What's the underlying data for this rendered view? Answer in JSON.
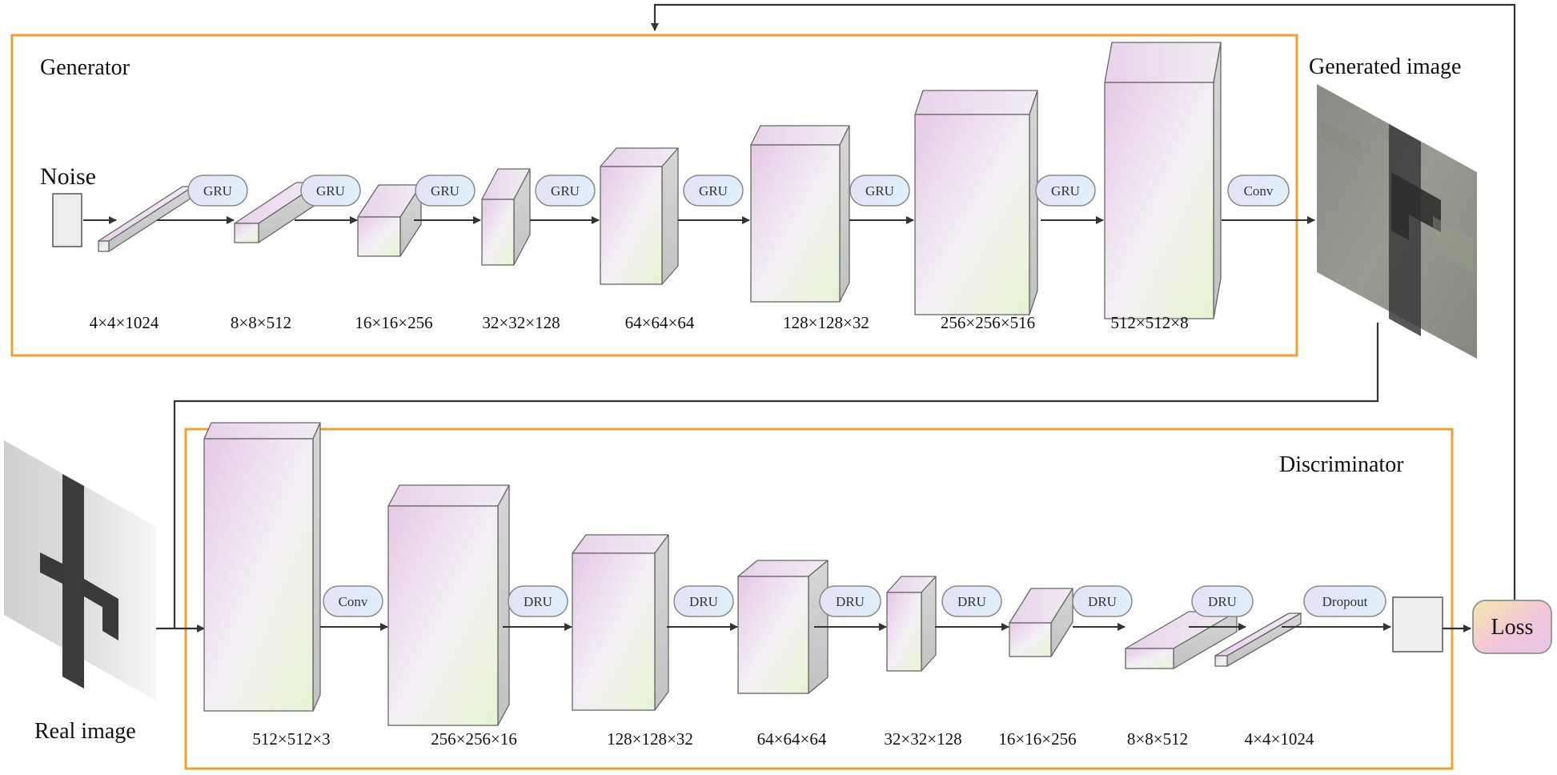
{
  "generator": {
    "title": "Generator",
    "input_label": "Noise",
    "ops": [
      "GRU",
      "GRU",
      "GRU",
      "GRU",
      "GRU",
      "GRU",
      "GRU",
      "Conv"
    ],
    "dims": [
      "4×4×1024",
      "8×8×512",
      "16×16×256",
      "32×32×128",
      "64×64×64",
      "128×128×32",
      "256×256×516",
      "512×512×8"
    ]
  },
  "generated_image_label": "Generated image",
  "discriminator": {
    "title": "Discriminator",
    "ops": [
      "Conv",
      "DRU",
      "DRU",
      "DRU",
      "DRU",
      "DRU",
      "DRU",
      "Dropout"
    ],
    "dims": [
      "512×512×3",
      "256×256×16",
      "128×128×32",
      "64×64×64",
      "32×32×128",
      "16×16×256",
      "8×8×512",
      "4×4×1024"
    ]
  },
  "real_image_label": "Real image",
  "loss_label": "Loss",
  "colors": {
    "frame": "#f0a030",
    "line": "#333333",
    "block_gradient": [
      "#e6c8e6",
      "#f3eef5",
      "#e8f5d2"
    ],
    "pill_gradient": [
      "#e6e2f5",
      "#dff0fb"
    ],
    "loss_gradient": [
      "#f5e8a8",
      "#f2c6d8",
      "#e8c6ea"
    ]
  }
}
